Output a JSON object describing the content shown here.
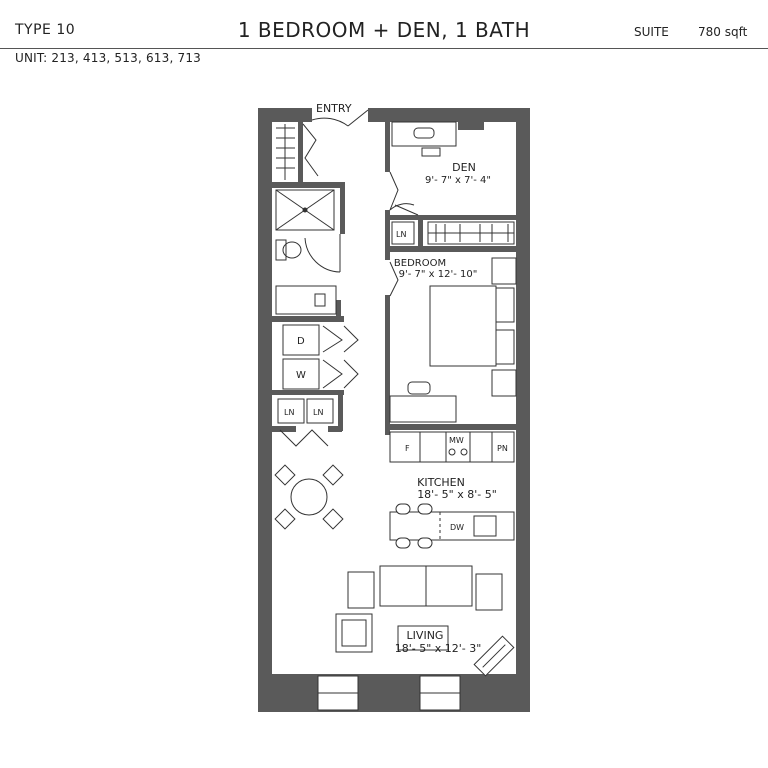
{
  "header": {
    "type": "TYPE 10",
    "title": "1 BEDROOM + DEN, 1 BATH",
    "suite_label": "SUITE",
    "area": "780 sqft",
    "units": "UNIT: 213, 413, 513, 613, 713"
  },
  "plan": {
    "entry": "ENTRY",
    "den_name": "DEN",
    "den_dims": "9'- 7\" x 7'- 4\"",
    "bedroom_name": "BEDROOM",
    "bedroom_dims": "9'- 7\" x 12'- 10\"",
    "kitchen_name": "KITCHEN",
    "kitchen_dims": "18'- 5\" x 8'- 5\"",
    "living_name": "LIVING",
    "living_dims": "18'- 5\" x 12'- 3\"",
    "linen1": "LN",
    "linen2": "LN",
    "linen3": "LN",
    "dryer": "D",
    "washer": "W",
    "fridge": "F",
    "microwave": "MW",
    "pantry": "PN",
    "dishwasher": "DW"
  },
  "colors": {
    "wall": "#5a5a5a",
    "line": "#333333"
  }
}
